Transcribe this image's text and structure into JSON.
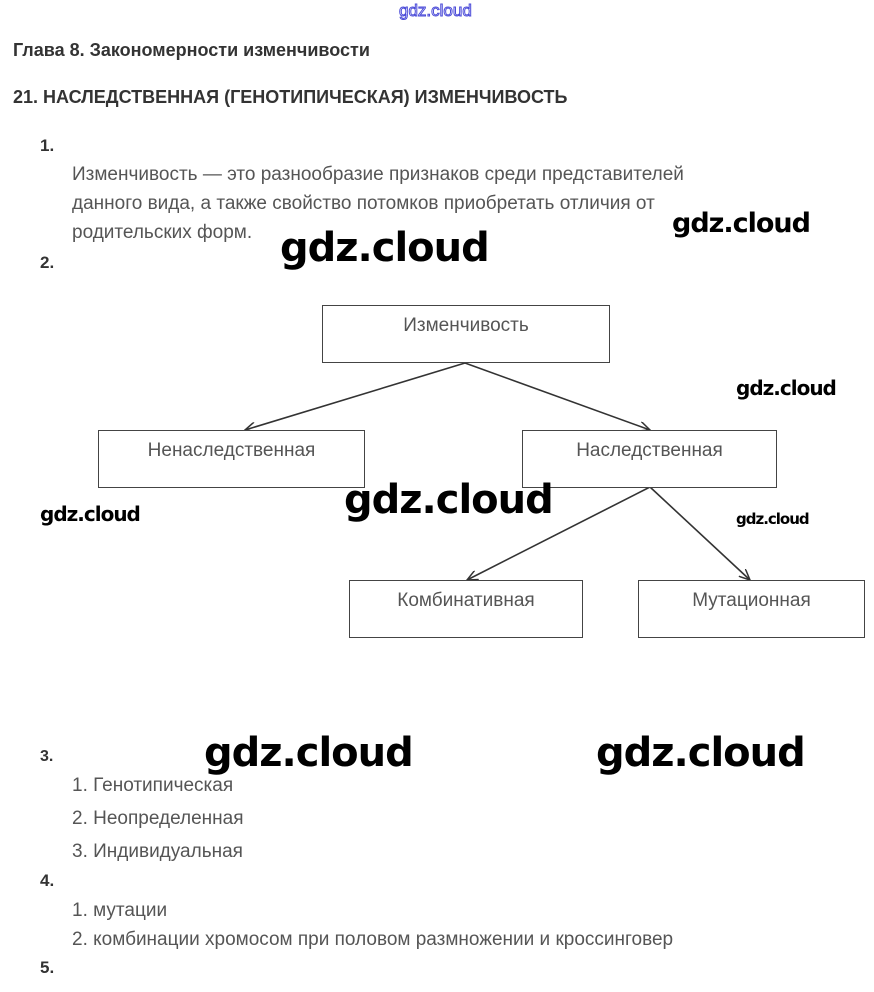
{
  "watermark": "gdz.cloud",
  "chapter": "Глава 8. Закономерности изменчивости",
  "title": "21. НАСЛЕДСТВЕННАЯ (ГЕНОТИПИЧЕСКАЯ) ИЗМЕНЧИВОСТЬ",
  "q1": {
    "num": "1.",
    "lines": [
      "Изменчивость — это разнообразие признаков среди представителей",
      "данного вида, а также свойство потомков приобретать отличия от",
      "родительских форм."
    ]
  },
  "q2": {
    "num": "2.",
    "diagram": {
      "root": "Изменчивость",
      "left": "Ненаследственная",
      "right": "Наследственная",
      "child1": "Комбинативная",
      "child2": "Мутационная"
    }
  },
  "q3": {
    "num": "3.",
    "items": [
      "1. Генотипическая",
      "2. Неопределенная",
      "3. Индивидуальная"
    ]
  },
  "q4": {
    "num": "4.",
    "items": [
      "1. мутации",
      "2. комбинации хромосом при половом размножении и кроссинговер"
    ]
  },
  "q5": {
    "num": "5."
  }
}
